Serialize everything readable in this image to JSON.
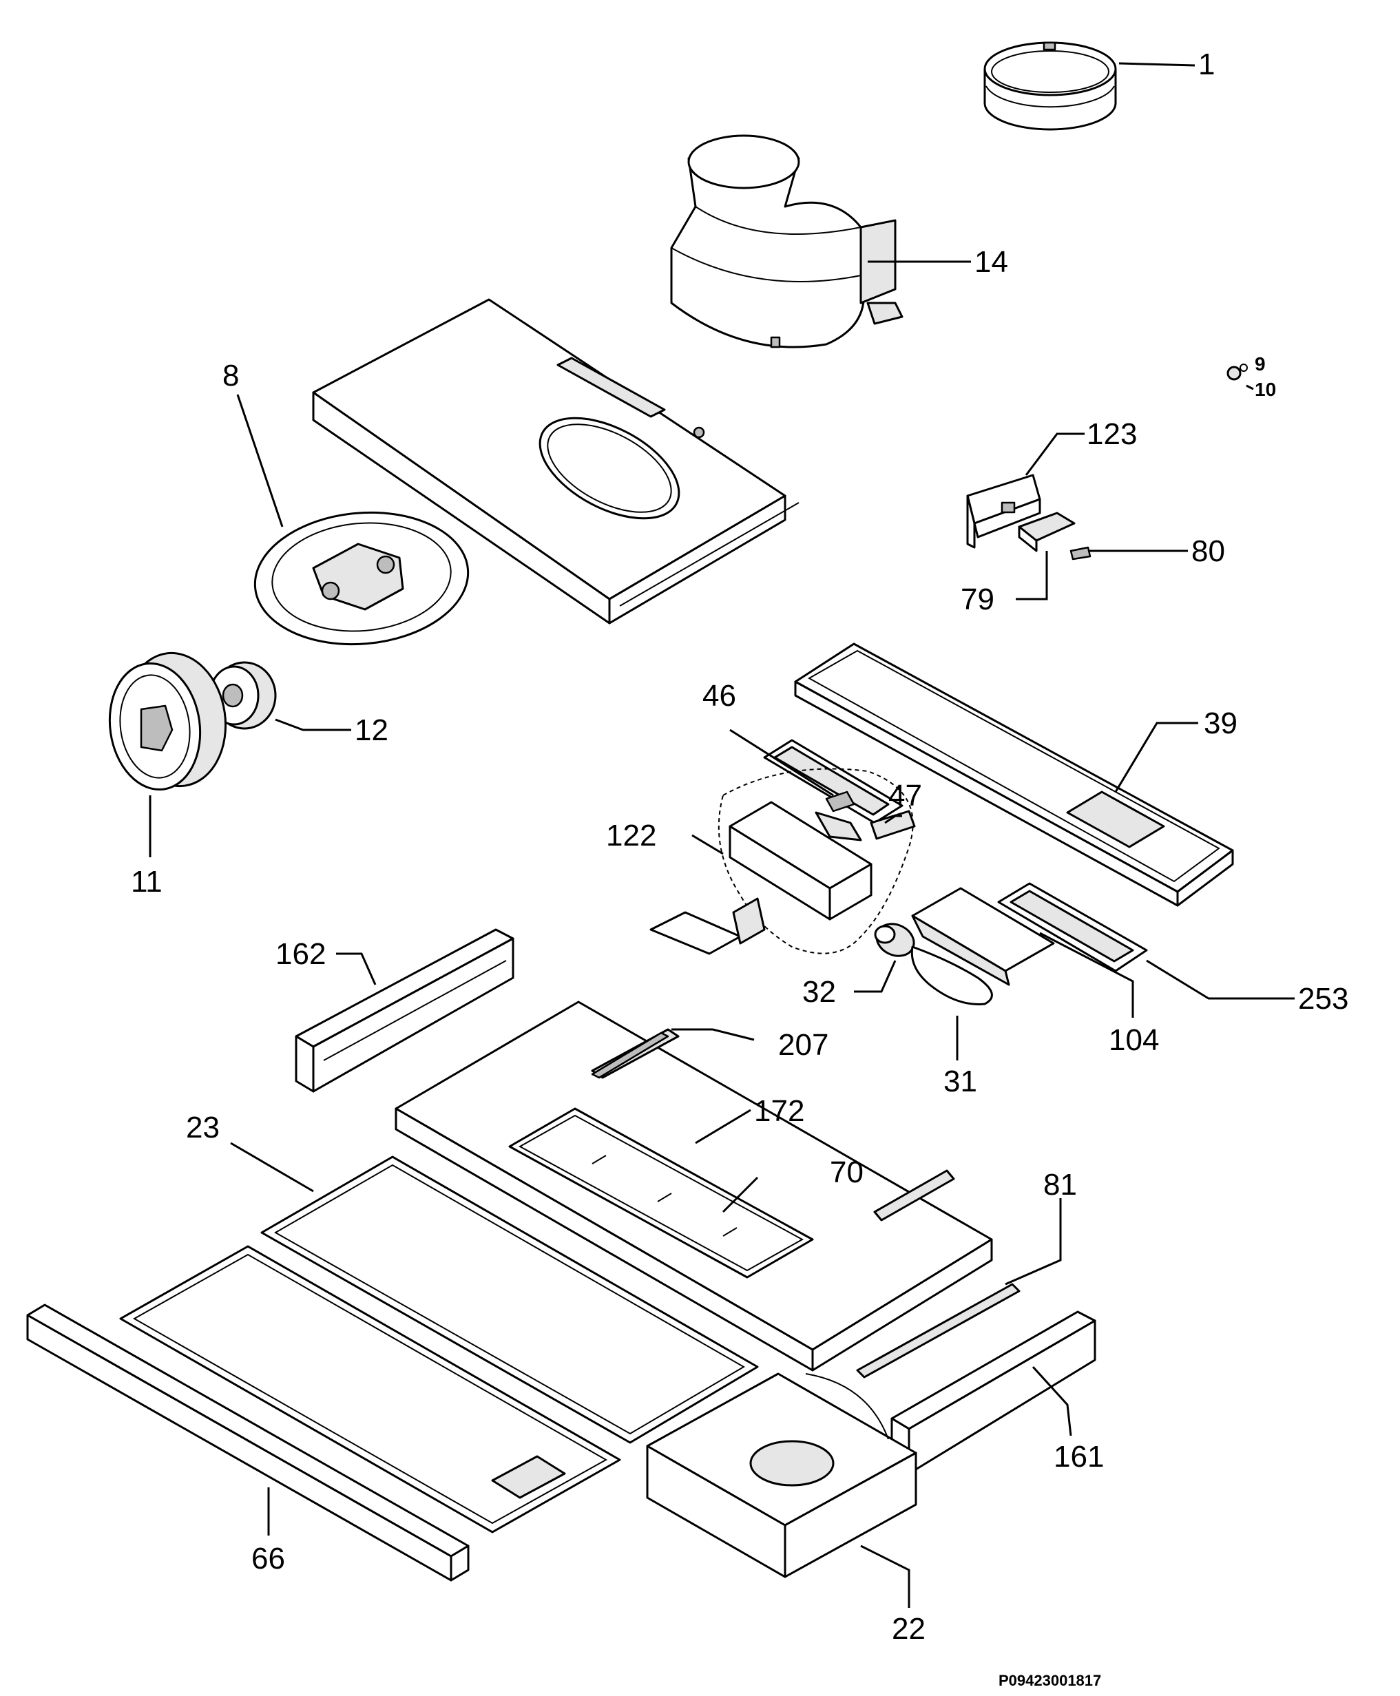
{
  "callouts": {
    "p1": "1",
    "p14": "14",
    "p9": "9",
    "p10": "10",
    "p8": "8",
    "p123": "123",
    "p80": "80",
    "p79": "79",
    "p12": "12",
    "p11": "11",
    "p46": "46",
    "p39": "39",
    "p47": "47",
    "p122": "122",
    "p162": "162",
    "p32": "32",
    "p253": "253",
    "p104": "104",
    "p207": "207",
    "p31": "31",
    "p172": "172",
    "p23": "23",
    "p70": "70",
    "p81": "81",
    "p161": "161",
    "p66": "66",
    "p22": "22"
  },
  "figure_code": "P09423001817"
}
